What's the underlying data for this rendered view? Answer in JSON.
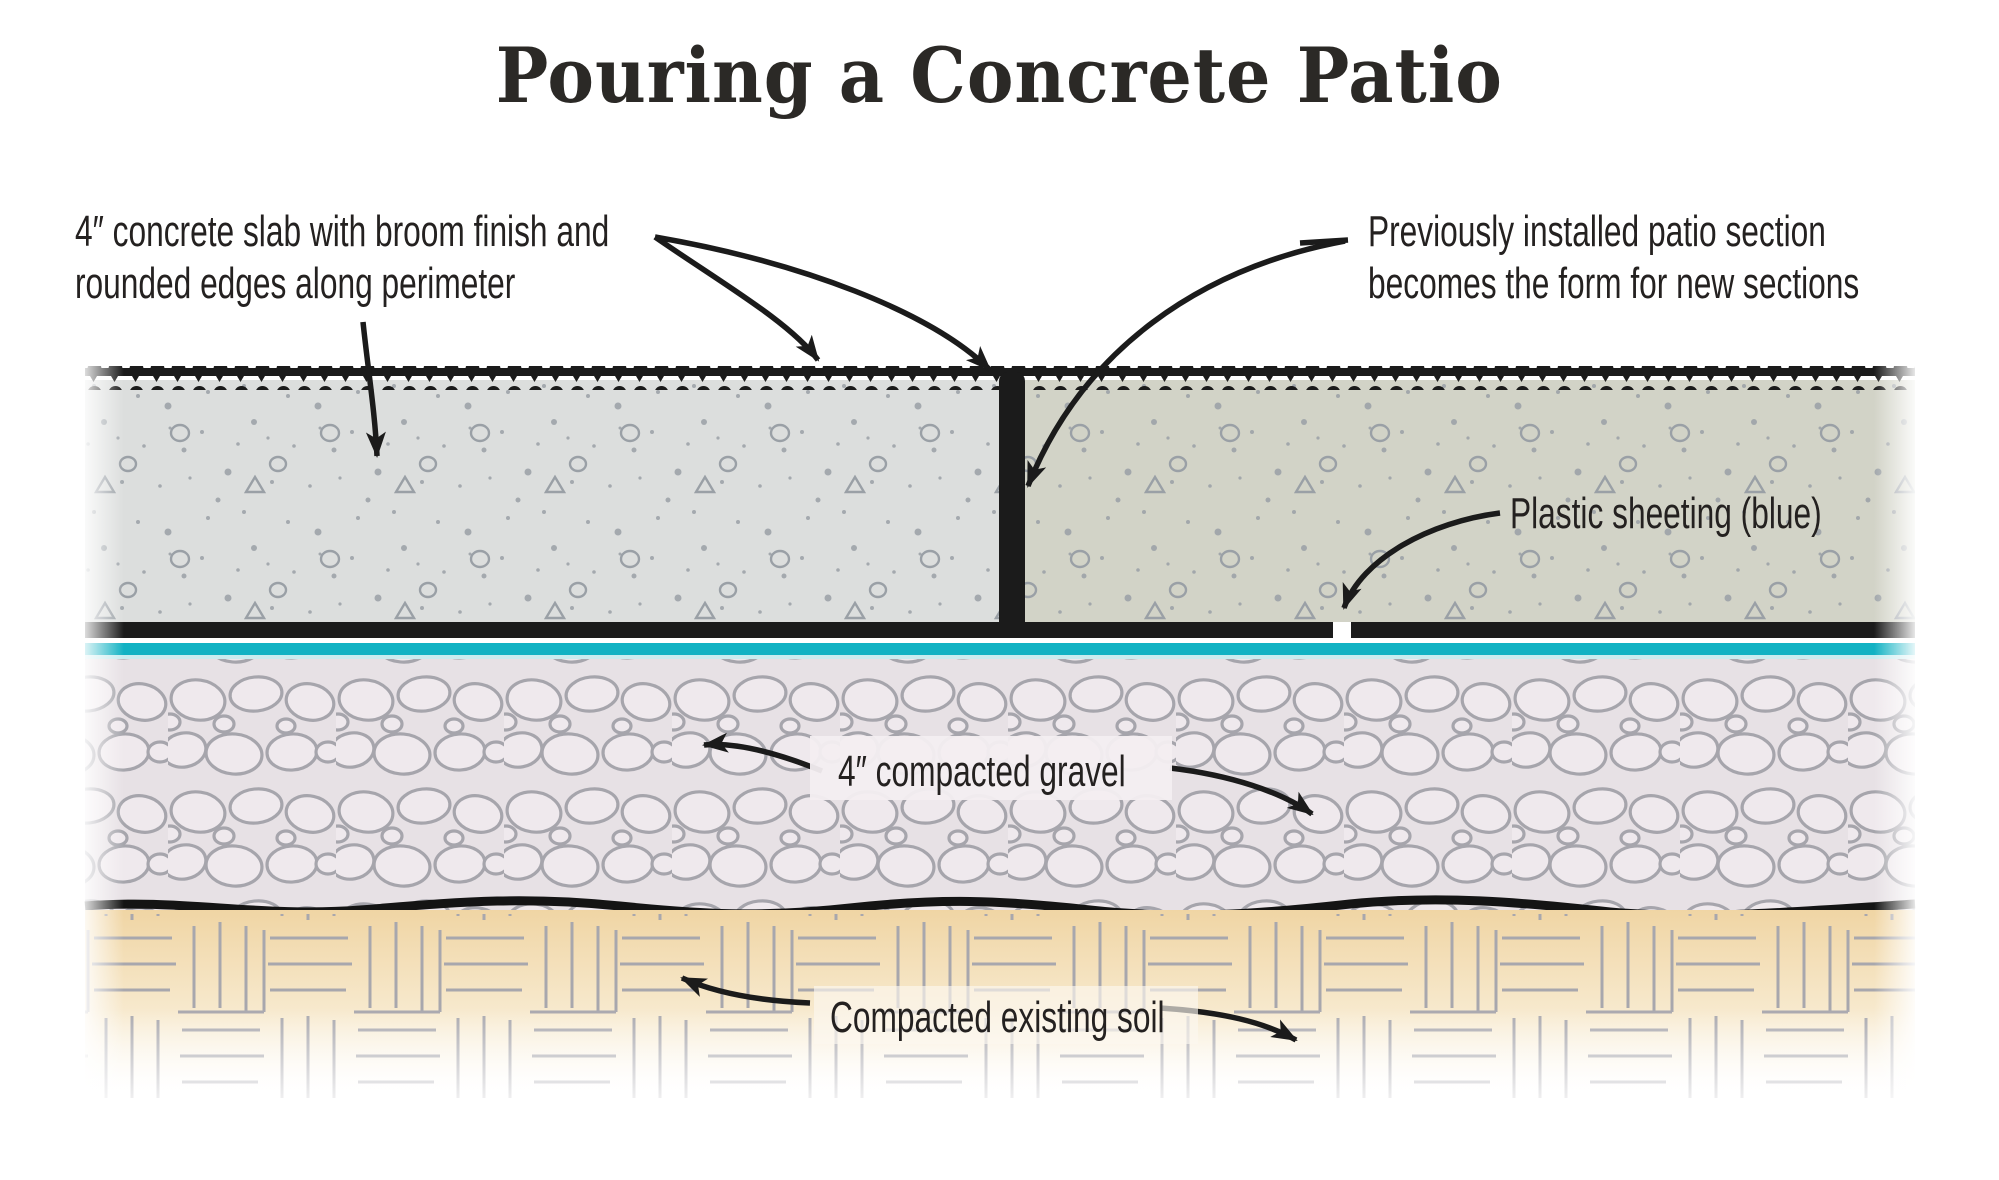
{
  "title": "Pouring a Concrete Patio",
  "labels": {
    "slab_line1": "4″ concrete slab with broom finish and",
    "slab_line2": "rounded edges along perimeter",
    "previous_line1": "Previously installed patio section",
    "previous_line2": "becomes the form for new sections",
    "plastic": "Plastic sheeting (blue)",
    "gravel": "4″ compacted gravel",
    "soil": "Compacted existing soil"
  },
  "colors": {
    "new_slab": "#dcdedd",
    "existing_slab": "#d2d3c7",
    "plastic_sheeting": "#12b2c3",
    "plastic_sheeting_light": "#c9ecef",
    "gravel_background": "#e7e1e5",
    "soil_top": "#f0d5a4",
    "outline_black": "#1b1b1b",
    "speckle_gray": "#9aa0a6",
    "text": "#242120"
  }
}
